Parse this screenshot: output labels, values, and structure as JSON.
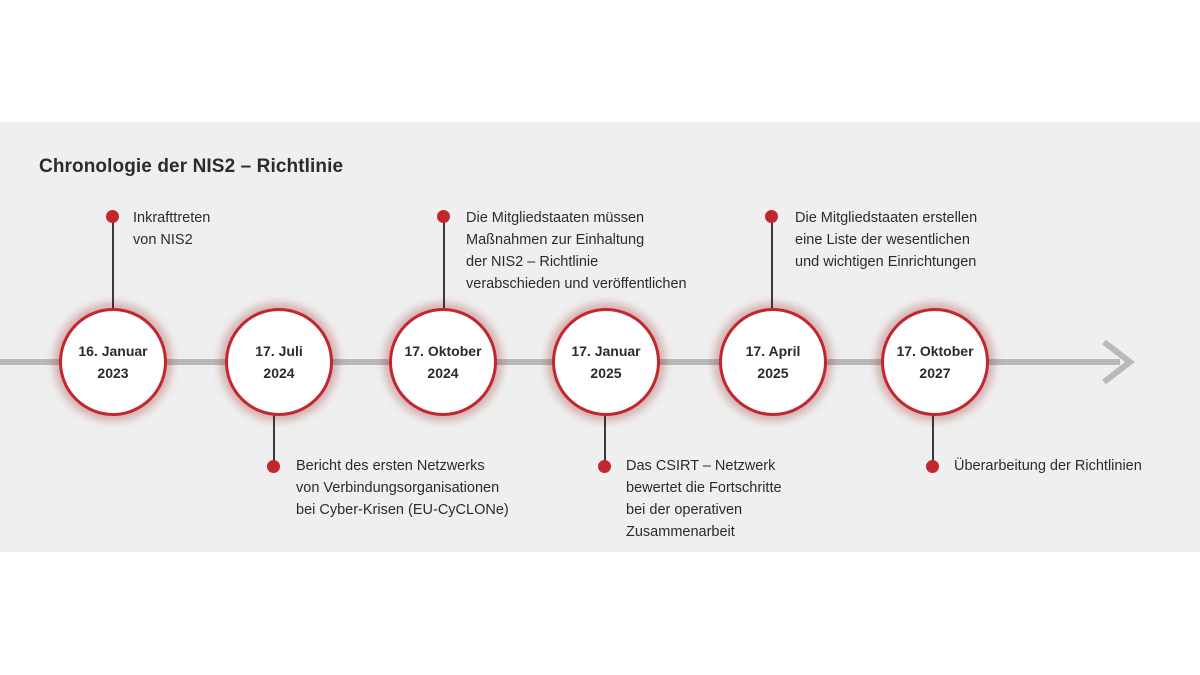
{
  "title": "Chronologie der NIS2 – Richtlinie",
  "milestones": [
    {
      "date": "16. Januar",
      "year": "2023"
    },
    {
      "date": "17. Juli",
      "year": "2024"
    },
    {
      "date": "17. Oktober",
      "year": "2024"
    },
    {
      "date": "17. Januar",
      "year": "2025"
    },
    {
      "date": "17. April",
      "year": "2025"
    },
    {
      "date": "17. Oktober",
      "year": "2027"
    }
  ],
  "notes": {
    "m1": [
      "Inkrafttreten",
      "von NIS2"
    ],
    "m2": [
      "Bericht des ersten Netzwerks",
      "von Verbindungsorganisationen",
      "bei Cyber-Krisen (EU-CyCLONe)"
    ],
    "m3": [
      "Die Mitgliedstaaten müssen",
      "Maßnahmen zur Einhaltung",
      "der NIS2 – Richtlinie",
      "verabschieden und veröffentlichen"
    ],
    "m4": [
      "Das CSIRT – Netzwerk",
      "bewertet die Fortschritte",
      "bei der operativen",
      "Zusammenarbeit"
    ],
    "m5": [
      "Die Mitgliedstaaten erstellen",
      "eine Liste der wesentlichen",
      "und wichtigen Einrichtungen"
    ],
    "m6": [
      "Überarbeitung der Richtlinien"
    ]
  },
  "colors": {
    "accent": "#c1272d",
    "axis": "#b9b9b9",
    "panel": "#efefef",
    "text": "#2b2b2b"
  }
}
